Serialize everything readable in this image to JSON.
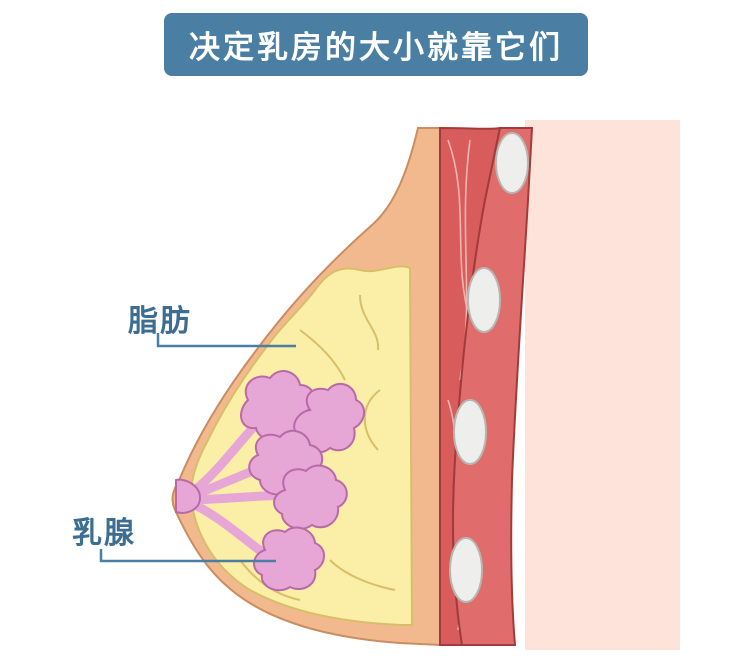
{
  "title": "决定乳房的大小就靠它们",
  "labels": {
    "fat": "脂肪",
    "mammary_gland": "乳腺"
  },
  "colors": {
    "banner": "#4a7fa3",
    "label_text": "#3d6e92",
    "leader_line": "#4a7fa3",
    "skin": "#f2b98f",
    "body_back": "#fde3d9",
    "fat": "#fbeea6",
    "gland": "#e6a6d6",
    "muscle": "#d95c5c",
    "rib": "#eeeeec"
  }
}
